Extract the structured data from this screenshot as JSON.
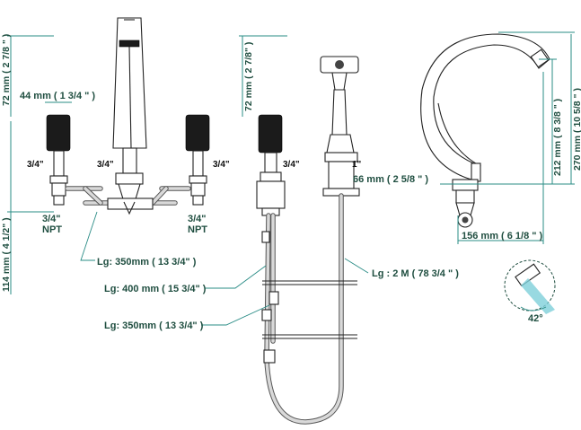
{
  "dimensions": {
    "left_height_72": "72 mm ( 2 7/8 \" )",
    "width_44": "44 mm ( 1 3/4 \" )",
    "height_114": "114 mm ( 4 1/2\" )",
    "middle_height_72": "72 mm ( 2 7/8\" )",
    "reach_66": "66 mm ( 2 5/8 \" )",
    "height_212": "212 mm ( 8 3/8 \" )",
    "height_270": "270 mm ( 10 5/8 \" )",
    "width_156": "156 mm ( 6 1/8 \" )",
    "angle": "42°"
  },
  "connections": {
    "left_handle": "3/4\"",
    "spout": "3/4\"",
    "right_handle": "3/4\"",
    "left_npt": "3/4\"",
    "left_npt_sub": "NPT",
    "right_npt": "3/4\"",
    "right_npt_sub": "NPT",
    "diverter": "3/4\"",
    "handshower_holder": "1\""
  },
  "hoses": {
    "lg_350_a": "Lg: 350mm  ( 13 3/4\" )",
    "lg_400": "Lg: 400 mm ( 15 3/4\" )",
    "lg_350_b": "Lg: 350mm  ( 13 3/4\" )",
    "lg_2m": "Lg : 2 M ( 78 3/4 \" )"
  }
}
